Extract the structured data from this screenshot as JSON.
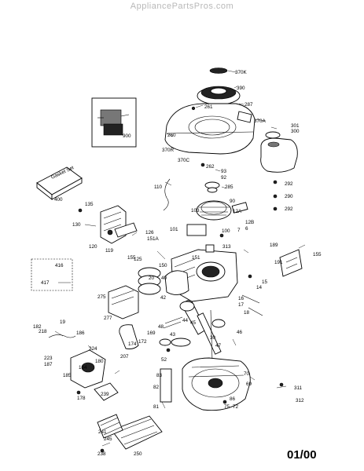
{
  "watermark": "AppliancePartsPros.com",
  "date_code": "01/00",
  "inset_label": "Gasket Set",
  "labels": [
    "370K",
    "390",
    "261",
    "287",
    "370A",
    "301",
    "300",
    "260",
    "900",
    "370R",
    "370C",
    "262",
    "93",
    "92",
    "285",
    "110",
    "90",
    "12A",
    "12B",
    "6",
    "292",
    "290",
    "292",
    "400",
    "103",
    "135",
    "101",
    "100",
    "130",
    "126",
    "151A",
    "120",
    "119",
    "155",
    "313",
    "7",
    "189",
    "191",
    "155",
    "125",
    "150",
    "151",
    "20",
    "40",
    "416",
    "417",
    "15",
    "14",
    "42",
    "275",
    "16",
    "17",
    "18",
    "48",
    "43",
    "44",
    "45",
    "30",
    "277",
    "19",
    "182",
    "218",
    "186",
    "224",
    "169",
    "172",
    "174",
    "46",
    "47",
    "184",
    "180",
    "223",
    "52",
    "207",
    "187",
    "185",
    "86",
    "83",
    "82",
    "70",
    "69",
    "178",
    "239",
    "311",
    "75",
    "72",
    "312",
    "81",
    "241",
    "245",
    "250",
    "238"
  ]
}
